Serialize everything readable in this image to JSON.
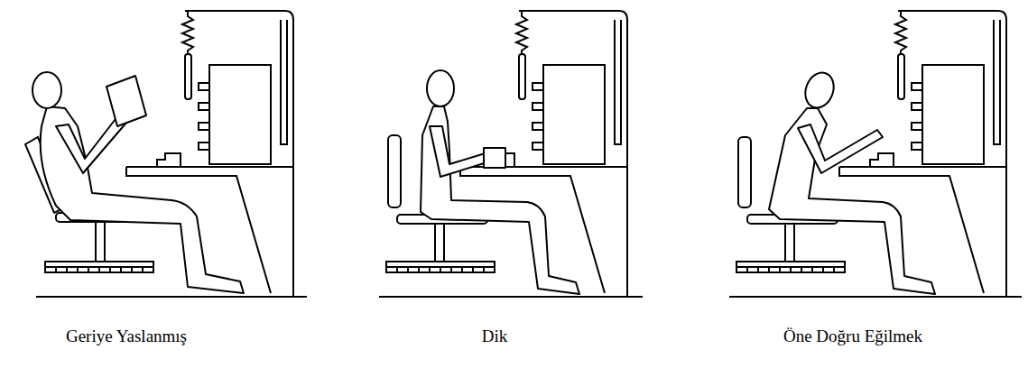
{
  "diagram": {
    "labels": [
      "Geriye Yaslanmış",
      "Dik",
      "Öne Doğru Eğilmek"
    ]
  }
}
